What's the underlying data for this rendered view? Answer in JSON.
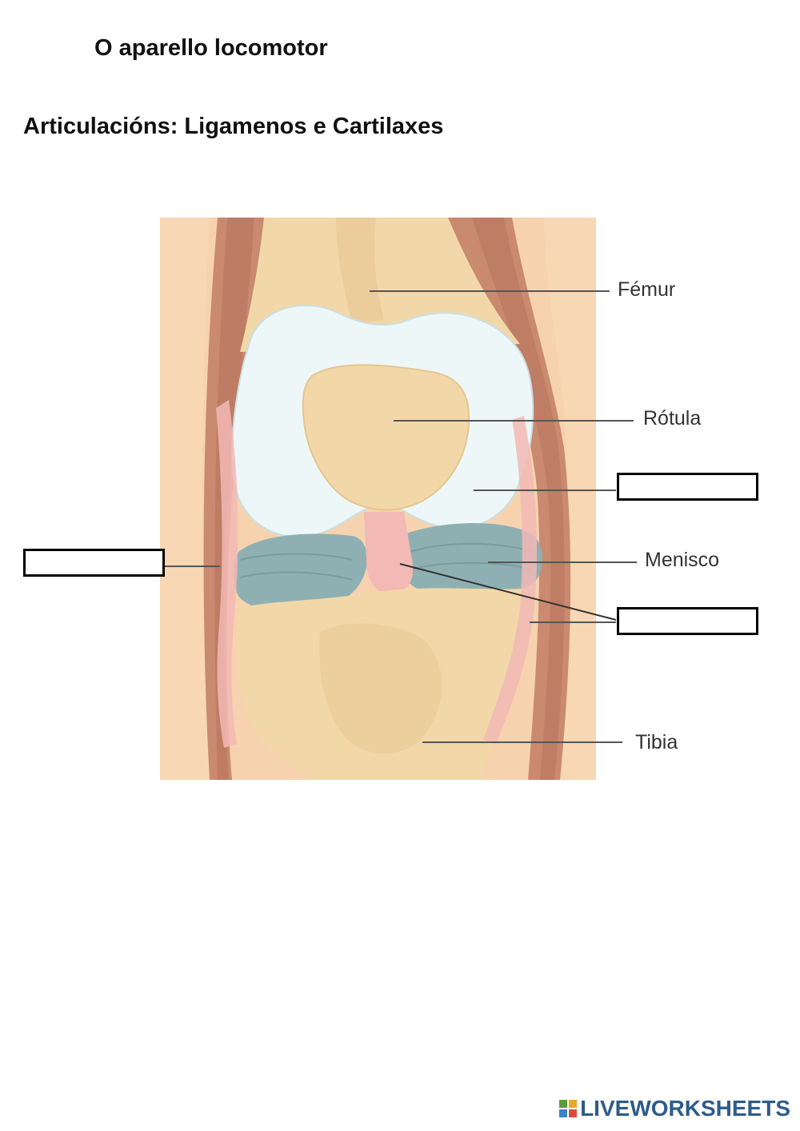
{
  "header": {
    "title": "O aparello locomotor",
    "subtitle": "Articulacións: Ligamenos e Cartilaxes"
  },
  "labels": {
    "femur": "Fémur",
    "rotula": "Rótula",
    "menisco": "Menisco",
    "tibia": "Tibia"
  },
  "answers": {
    "box1": {
      "value": "",
      "placeholder": ""
    },
    "box2": {
      "value": "",
      "placeholder": ""
    },
    "box3": {
      "value": "",
      "placeholder": ""
    }
  },
  "footer": {
    "brand": "LIVEWORKSHEETS",
    "icon": "liveworksheets-logo-icon"
  },
  "colors": {
    "skin": "#f5cfa8",
    "muscle": "#c9826a",
    "bone": "#f2d7a6",
    "cartilage": "#eef7f8",
    "meniscus": "#8fb0b3",
    "ligament": "#f2b9b5",
    "brand": "#2e5c8a"
  }
}
